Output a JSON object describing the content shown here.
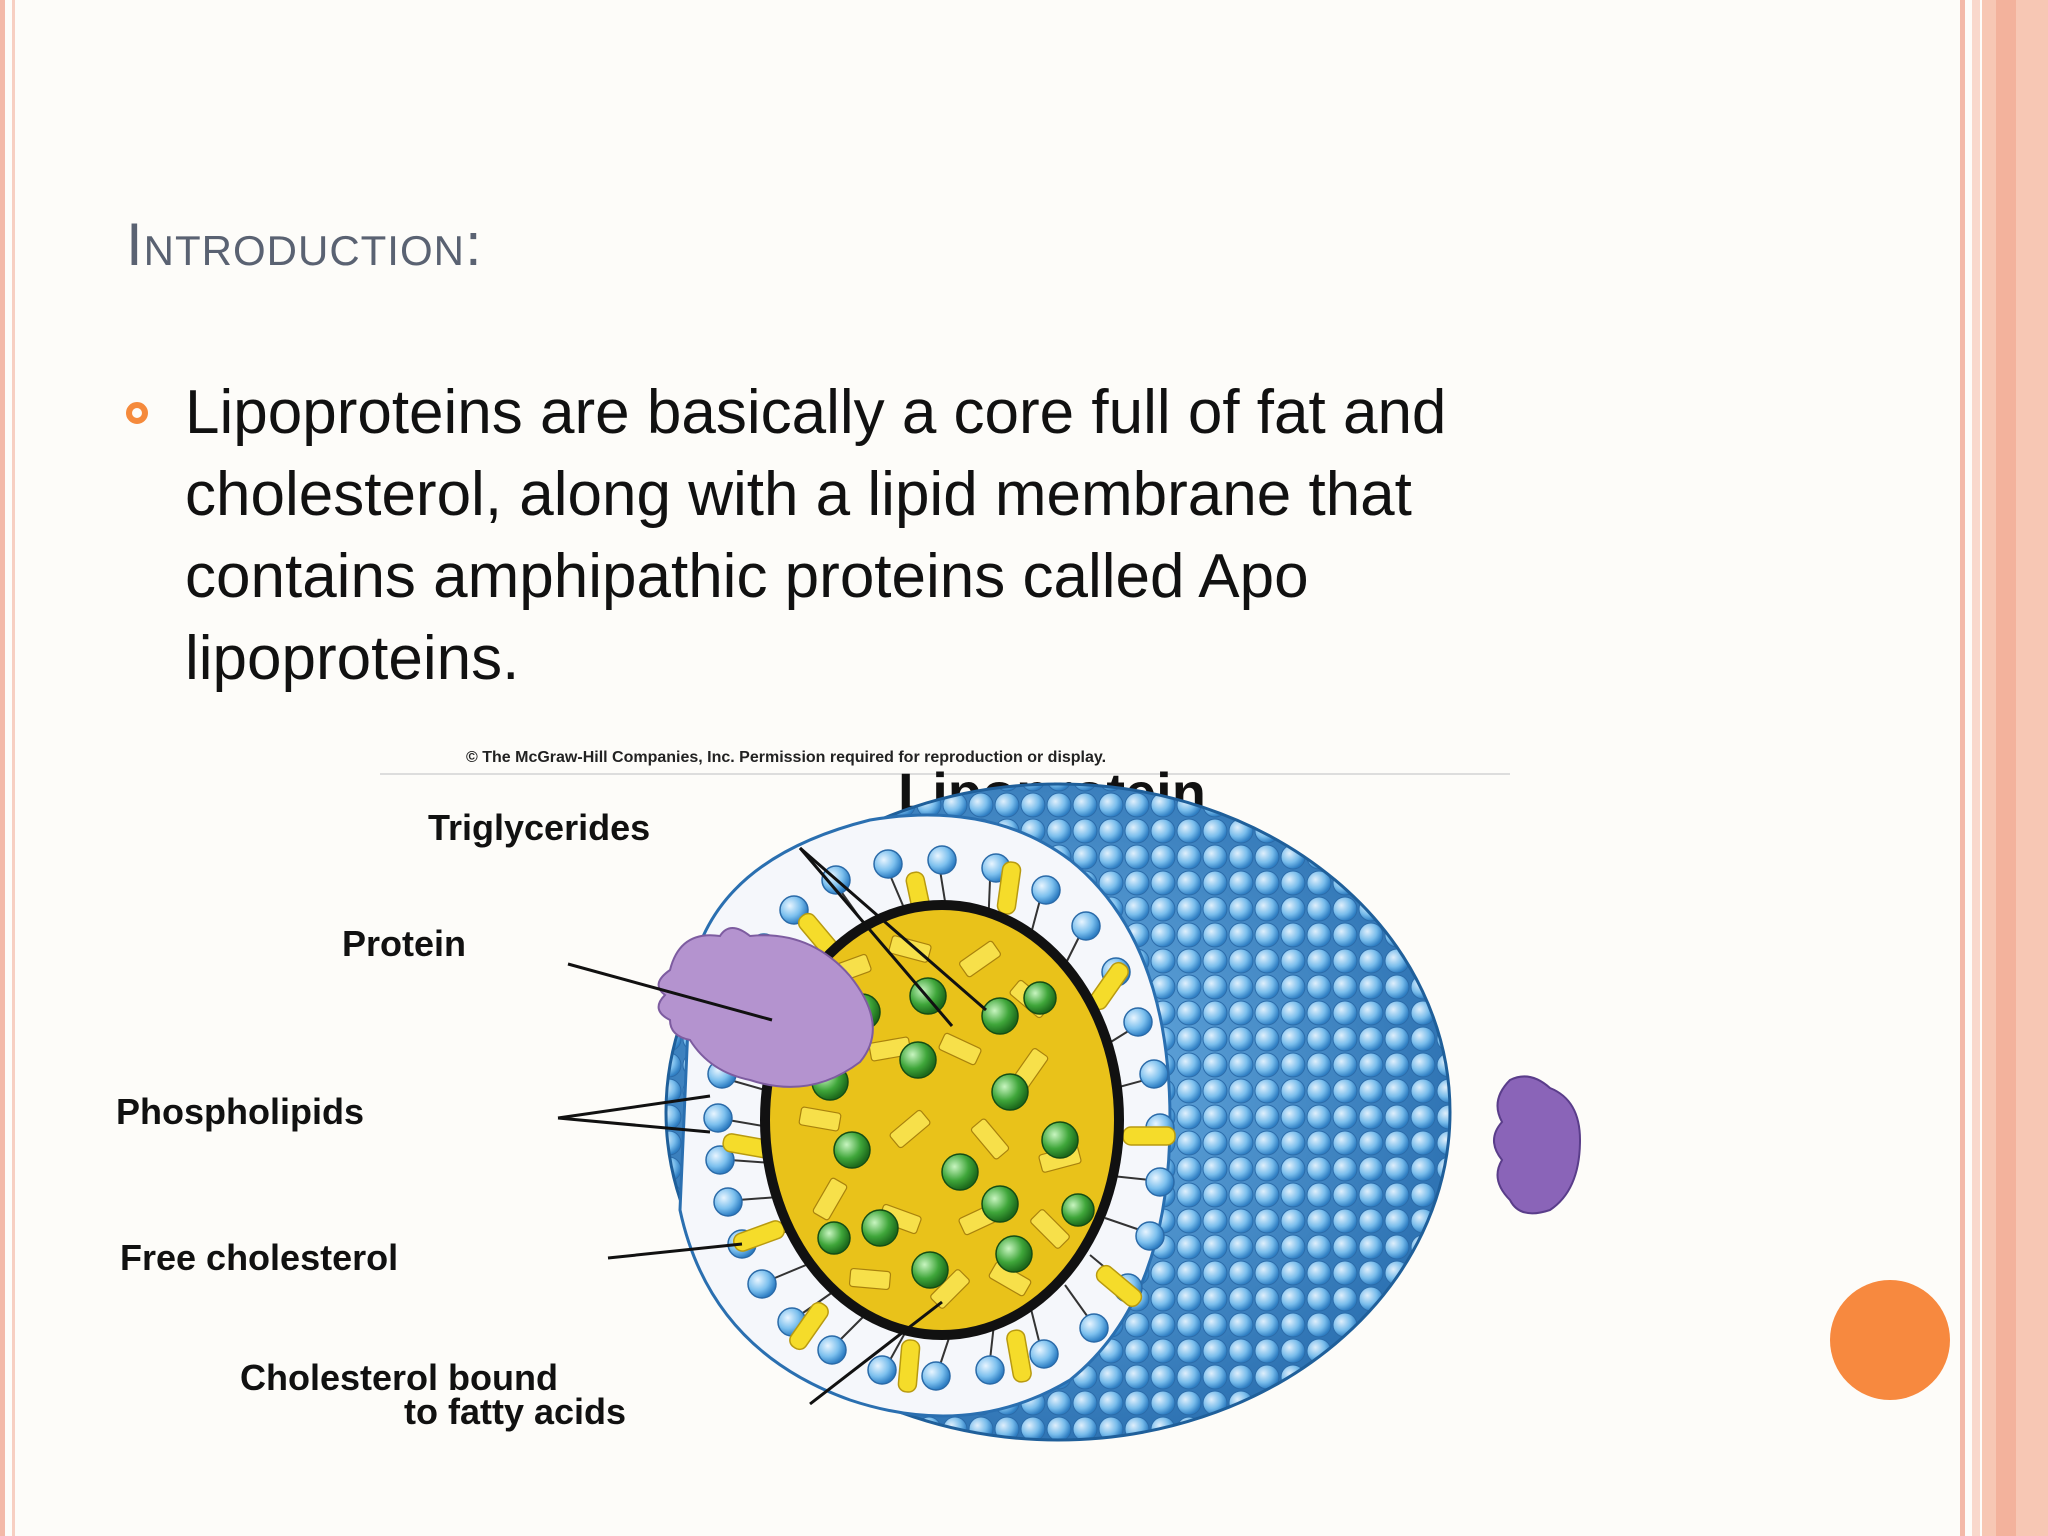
{
  "slide": {
    "title": "Introduction:",
    "bullet": "Lipoproteins are basically a core full of fat and cholesterol, along with a lipid membrane that contains amphipathic proteins called Apo lipoproteins."
  },
  "figure": {
    "copyright": "© The McGraw-Hill Companies, Inc. Permission required for reproduction or display.",
    "title": "Lipoprotein",
    "labels": {
      "triglycerides": "Triglycerides",
      "protein": "Protein",
      "phospholipids": "Phospholipids",
      "free_cholesterol": "Free cholesterol",
      "cholesterol_bound_1": "Cholesterol bound",
      "cholesterol_bound_2": "to fatty acids"
    }
  },
  "colors": {
    "accent": "#f58a3c",
    "title": "#5a6272",
    "shell_blue": "#3a8fd0",
    "core_yellow": "#f2d21c",
    "sphere_green": "#3fa63a",
    "protein_purple": "#b493cf"
  }
}
